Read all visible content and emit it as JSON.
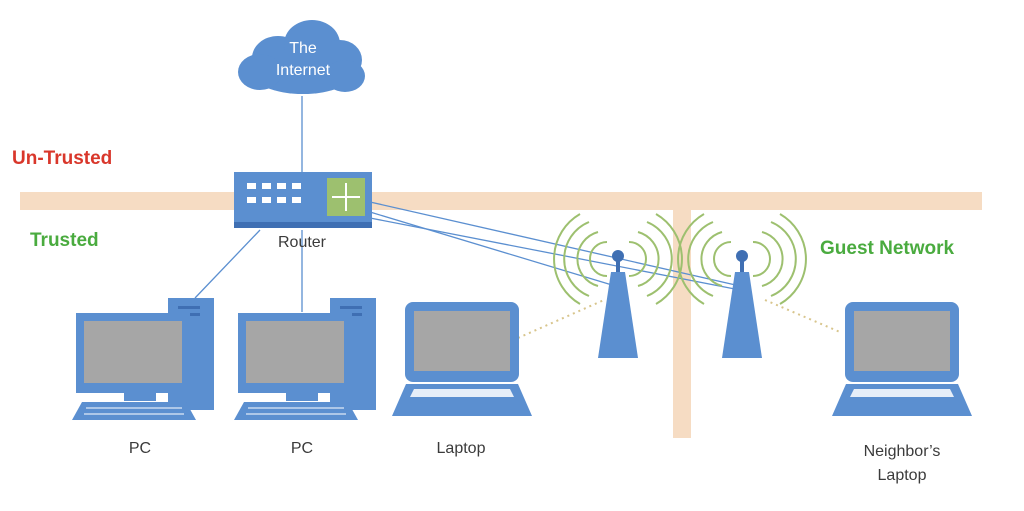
{
  "cloud": {
    "line1": "The",
    "line2": "Internet"
  },
  "zones": {
    "untrusted": "Un-Trusted",
    "trusted": "Trusted",
    "guest": "Guest Network"
  },
  "devices": {
    "router": "Router",
    "pc1": "PC",
    "pc2": "PC",
    "laptop": "Laptop",
    "neighbor_line1": "Neighbor’s",
    "neighbor_line2": "Laptop"
  },
  "colors": {
    "device_blue": "#5b8fd0",
    "device_dark": "#3f6fb3",
    "screen_gray": "#a6a6a6",
    "divider_peach": "#f6dcc3",
    "untrusted_red": "#d9372b",
    "trusted_green": "#4aab3f",
    "signal_green": "#9dc06f",
    "dotted_link": "#d8c58c"
  }
}
